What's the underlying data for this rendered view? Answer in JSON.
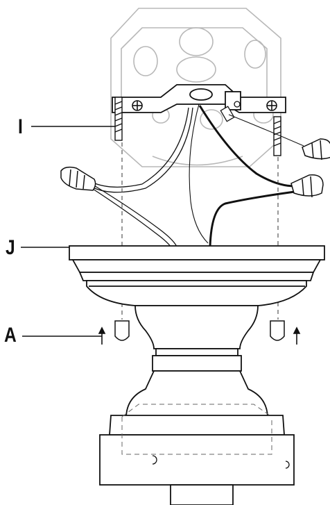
{
  "labels": {
    "i": "I",
    "j": "J",
    "a": "A"
  },
  "colors": {
    "line": "#111111",
    "light_line": "#b8b8b8",
    "fill": "#ffffff",
    "wire_black": "#111111"
  }
}
